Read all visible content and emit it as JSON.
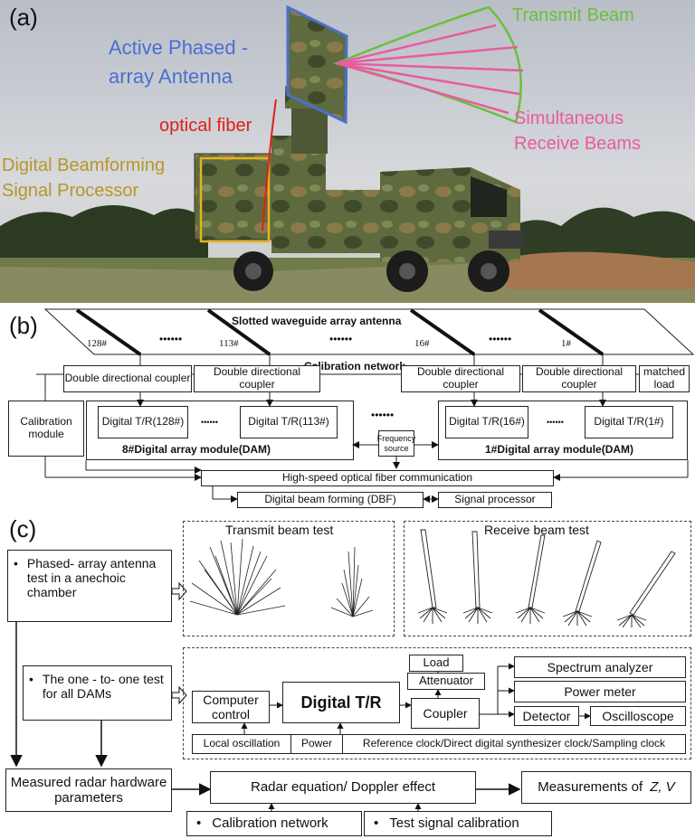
{
  "panel_a": {
    "label": "(a)",
    "antenna_label_1": "Active Phased -",
    "antenna_label_2": "array Antenna",
    "transmit_label": "Transmit Beam",
    "fiber_label": "optical fiber",
    "receive_label_1": "Simultaneous",
    "receive_label_2": "Receive Beams",
    "processor_label_1": "Digital Beamforming",
    "processor_label_2": "Signal Processor",
    "colors": {
      "antenna": "#4a6fd1",
      "transmit": "#6cbf3a",
      "fiber": "#e0201b",
      "receive": "#e85ca0",
      "processor": "#b8962a"
    }
  },
  "panel_b": {
    "label": "(b)",
    "antenna_title": "Slotted waveguide array antenna",
    "element_labels": [
      "128#",
      "113#",
      "16#",
      "1#"
    ],
    "dots": "••••••",
    "calibration_network": "Calibration network",
    "couplers": [
      "Double directional coupler",
      "Double directional coupler",
      "Double directional coupler",
      "Double directional coupler"
    ],
    "matched_load": "matched load",
    "calibration_module": "Calibration module",
    "dam8": {
      "tr_a": "Digital T/R(128#)",
      "tr_b": "Digital T/R(113#)",
      "title": "8#Digital array module(DAM)"
    },
    "dam1": {
      "tr_a": "Digital T/R(16#)",
      "tr_b": "Digital T/R(1#)",
      "title": "1#Digital array module(DAM)"
    },
    "small_dots": "••••••",
    "frequency_source": "Frequency source",
    "optical_comm": "High-speed optical fiber communication",
    "dbf": "Digital beam forming (DBF)",
    "signal_processor": "Signal processor"
  },
  "panel_c": {
    "label": "(c)",
    "phased_test": "Phased- array antenna test in a anechoic chamber",
    "dam_test": "The one - to- one test for all DAMs",
    "transmit_test": "Transmit beam test",
    "receive_test": "Receive beam test",
    "load": "Load",
    "attenuator": "Attenuator",
    "spectrum_analyzer": "Spectrum analyzer",
    "power_meter": "Power meter",
    "computer_control": "Computer control",
    "digital_tr": "Digital T/R",
    "coupler": "Coupler",
    "detector": "Detector",
    "oscilloscope": "Oscilloscope",
    "local_osc": "Local oscillation",
    "power": "Power",
    "ref_clock": "Reference clock/Direct digital synthesizer clock/Sampling clock",
    "measured_params": "Measured radar hardware parameters",
    "radar_equation": "Radar equation/ Doppler effect",
    "measurements_prefix": "Measurements of",
    "measurements_vars": "Z, V",
    "calibration_network": "Calibration network",
    "test_signal": "Test signal calibration",
    "bullet": "•"
  }
}
